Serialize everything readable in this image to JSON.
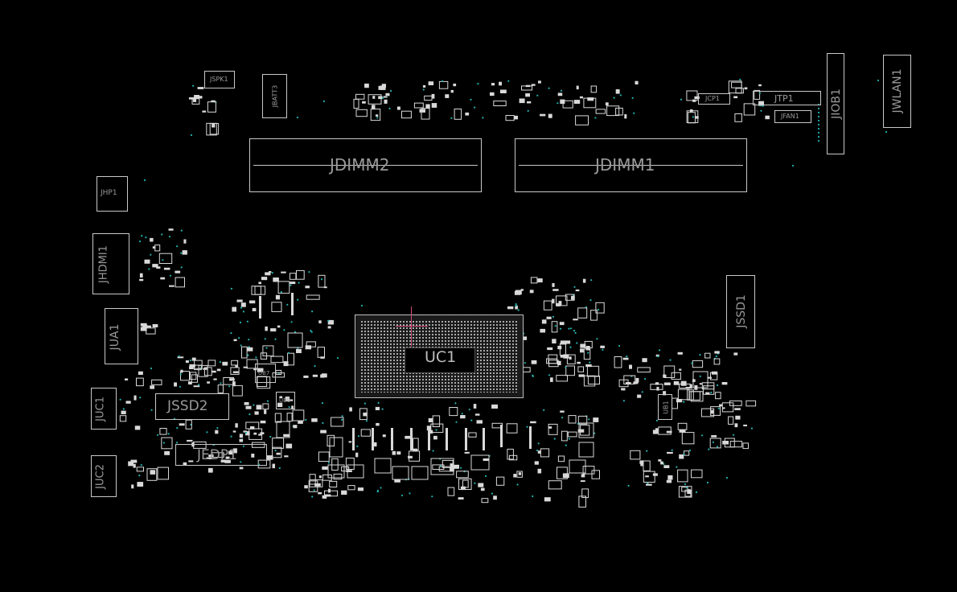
{
  "board": {
    "background": "#000000",
    "outline_color": "#c8c8c8",
    "label_color": "#9a9a9a",
    "pad_color": "#d9d9d9",
    "via_color": "#22b3b3",
    "marker_color": "#d04a7a"
  },
  "components": {
    "jspk1": "JSPK1",
    "jbatt3": "JBATT3",
    "jdimm2": "JDIMM2",
    "jdimm1": "JDIMM1",
    "jtp1": "JTP1",
    "jcp1": "JCP1",
    "jfan1": "JFAN1",
    "jiob1": "JIOB1",
    "jwlan1": "JWLAN1",
    "jhp1": "JHP1",
    "jhdmi1": "JHDMI1",
    "jua1": "JUA1",
    "juc1": "JUC1",
    "juc2": "JUC2",
    "jssd2": "JSSD2",
    "jedp1": "JEDP1",
    "jssd1": "JSSD1",
    "uc1": "UC1",
    "ub7": "UB7",
    "ub9": "UB9",
    "ub1": "UB1"
  }
}
